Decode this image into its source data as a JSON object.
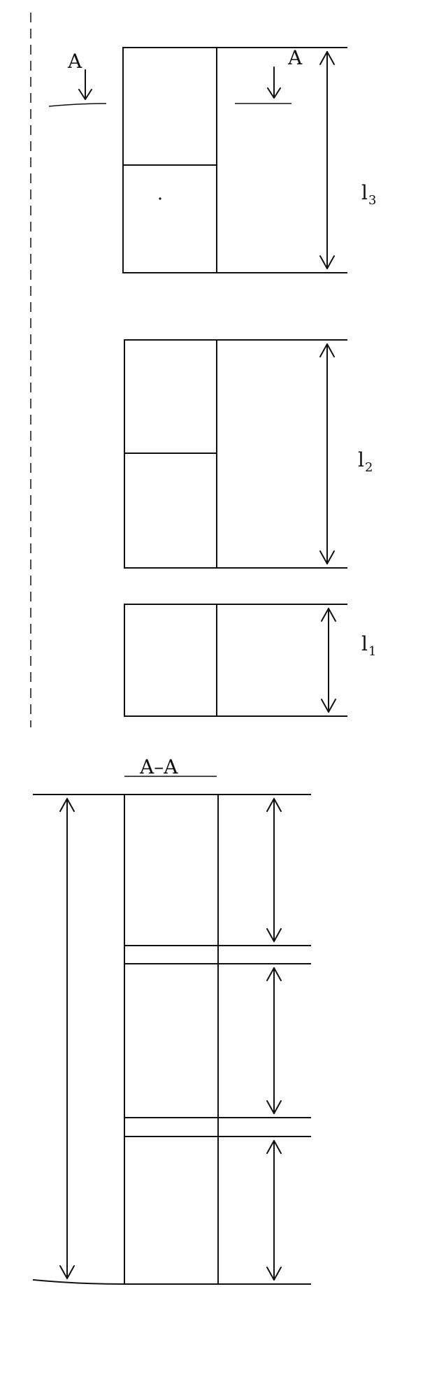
{
  "labels": {
    "section_mark_left": "A",
    "section_mark_right": "A",
    "section_title": "A–A",
    "dim_l3_main": "l",
    "dim_l3_sub": "3",
    "dim_l2_main": "l",
    "dim_l2_sub": "2",
    "dim_l1_main": "l",
    "dim_l1_sub": "1"
  }
}
